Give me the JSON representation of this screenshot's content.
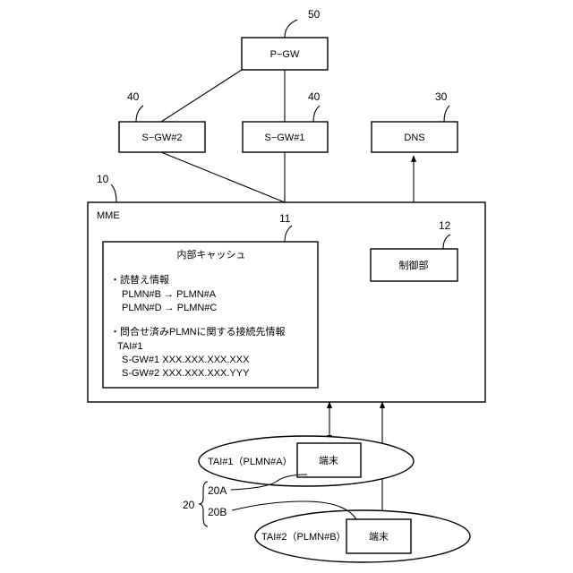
{
  "nodes": {
    "pgw": {
      "label": "P−GW",
      "ref": "50"
    },
    "sgw2": {
      "label": "S−GW#2",
      "ref": "40"
    },
    "sgw1": {
      "label": "S−GW#1",
      "ref": "40"
    },
    "dns": {
      "label": "DNS",
      "ref": "30"
    },
    "mme": {
      "label": "MME",
      "ref": "10"
    },
    "cache": {
      "title": "内部キャッシュ",
      "ref": "11",
      "lines": [
        "・読替え情報",
        "PLMN#B → PLMN#A",
        "PLMN#D → PLMN#C",
        "・問合せ済みPLMNに関する接続先情報",
        "TAI#1",
        "S-GW#1 XXX.XXX.XXX.XXX",
        "S-GW#2 XXX.XXX.XXX.YYY"
      ]
    },
    "control": {
      "label": "制御部",
      "ref": "12"
    },
    "area1": {
      "label": "TAI#1（PLMN#A）"
    },
    "term1": {
      "label": "端末"
    },
    "area2": {
      "label": "TAI#2（PLMN#B）"
    },
    "term2": {
      "label": "端末"
    }
  },
  "terminal_refs": {
    "group": "20",
    "a": "20A",
    "b": "20B"
  }
}
